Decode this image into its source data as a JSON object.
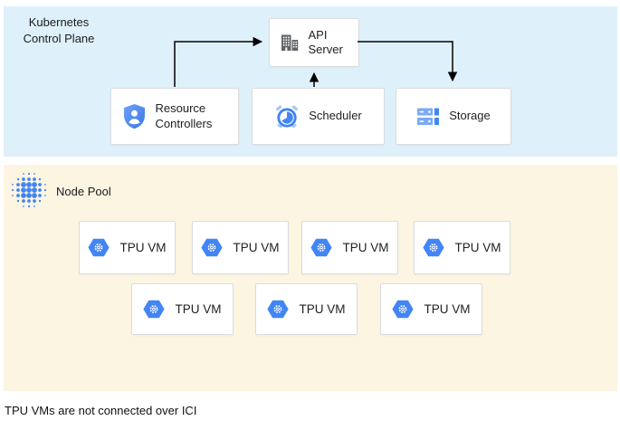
{
  "diagram": {
    "caption": "TPU VMs are not connected over ICI",
    "control_plane": {
      "label": "Kubernetes Control Plane",
      "api_server": {
        "label": "API Server",
        "icon": "building-icon"
      },
      "resource_controllers": {
        "label": "Resource Controllers",
        "icon": "shield-user-icon"
      },
      "scheduler": {
        "label": "Scheduler",
        "icon": "alarm-clock-icon"
      },
      "storage": {
        "label": "Storage",
        "icon": "storage-disks-icon"
      },
      "edges": [
        {
          "from": "Resource Controllers",
          "to": "API Server"
        },
        {
          "from": "API Server",
          "to": "Storage"
        },
        {
          "from": "Scheduler",
          "to": "API Server"
        }
      ]
    },
    "node_pool": {
      "label": "Node Pool",
      "icon": "node-pool-dots-icon",
      "vms": [
        {
          "label": "TPU VM"
        },
        {
          "label": "TPU VM"
        },
        {
          "label": "TPU VM"
        },
        {
          "label": "TPU VM"
        },
        {
          "label": "TPU VM"
        },
        {
          "label": "TPU VM"
        },
        {
          "label": "TPU VM"
        }
      ],
      "row_layout": [
        4,
        3
      ]
    },
    "colors": {
      "control_plane_bg": "#DEF1FB",
      "node_pool_bg": "#FCF5E2",
      "google_blue": "#4285F4",
      "light_blue": "#7BAAF7",
      "pale_blue": "#A8C7FA",
      "box_border": "#DADCE0",
      "icon_gray": "#5F6368",
      "arrow_black": "#000000"
    }
  }
}
